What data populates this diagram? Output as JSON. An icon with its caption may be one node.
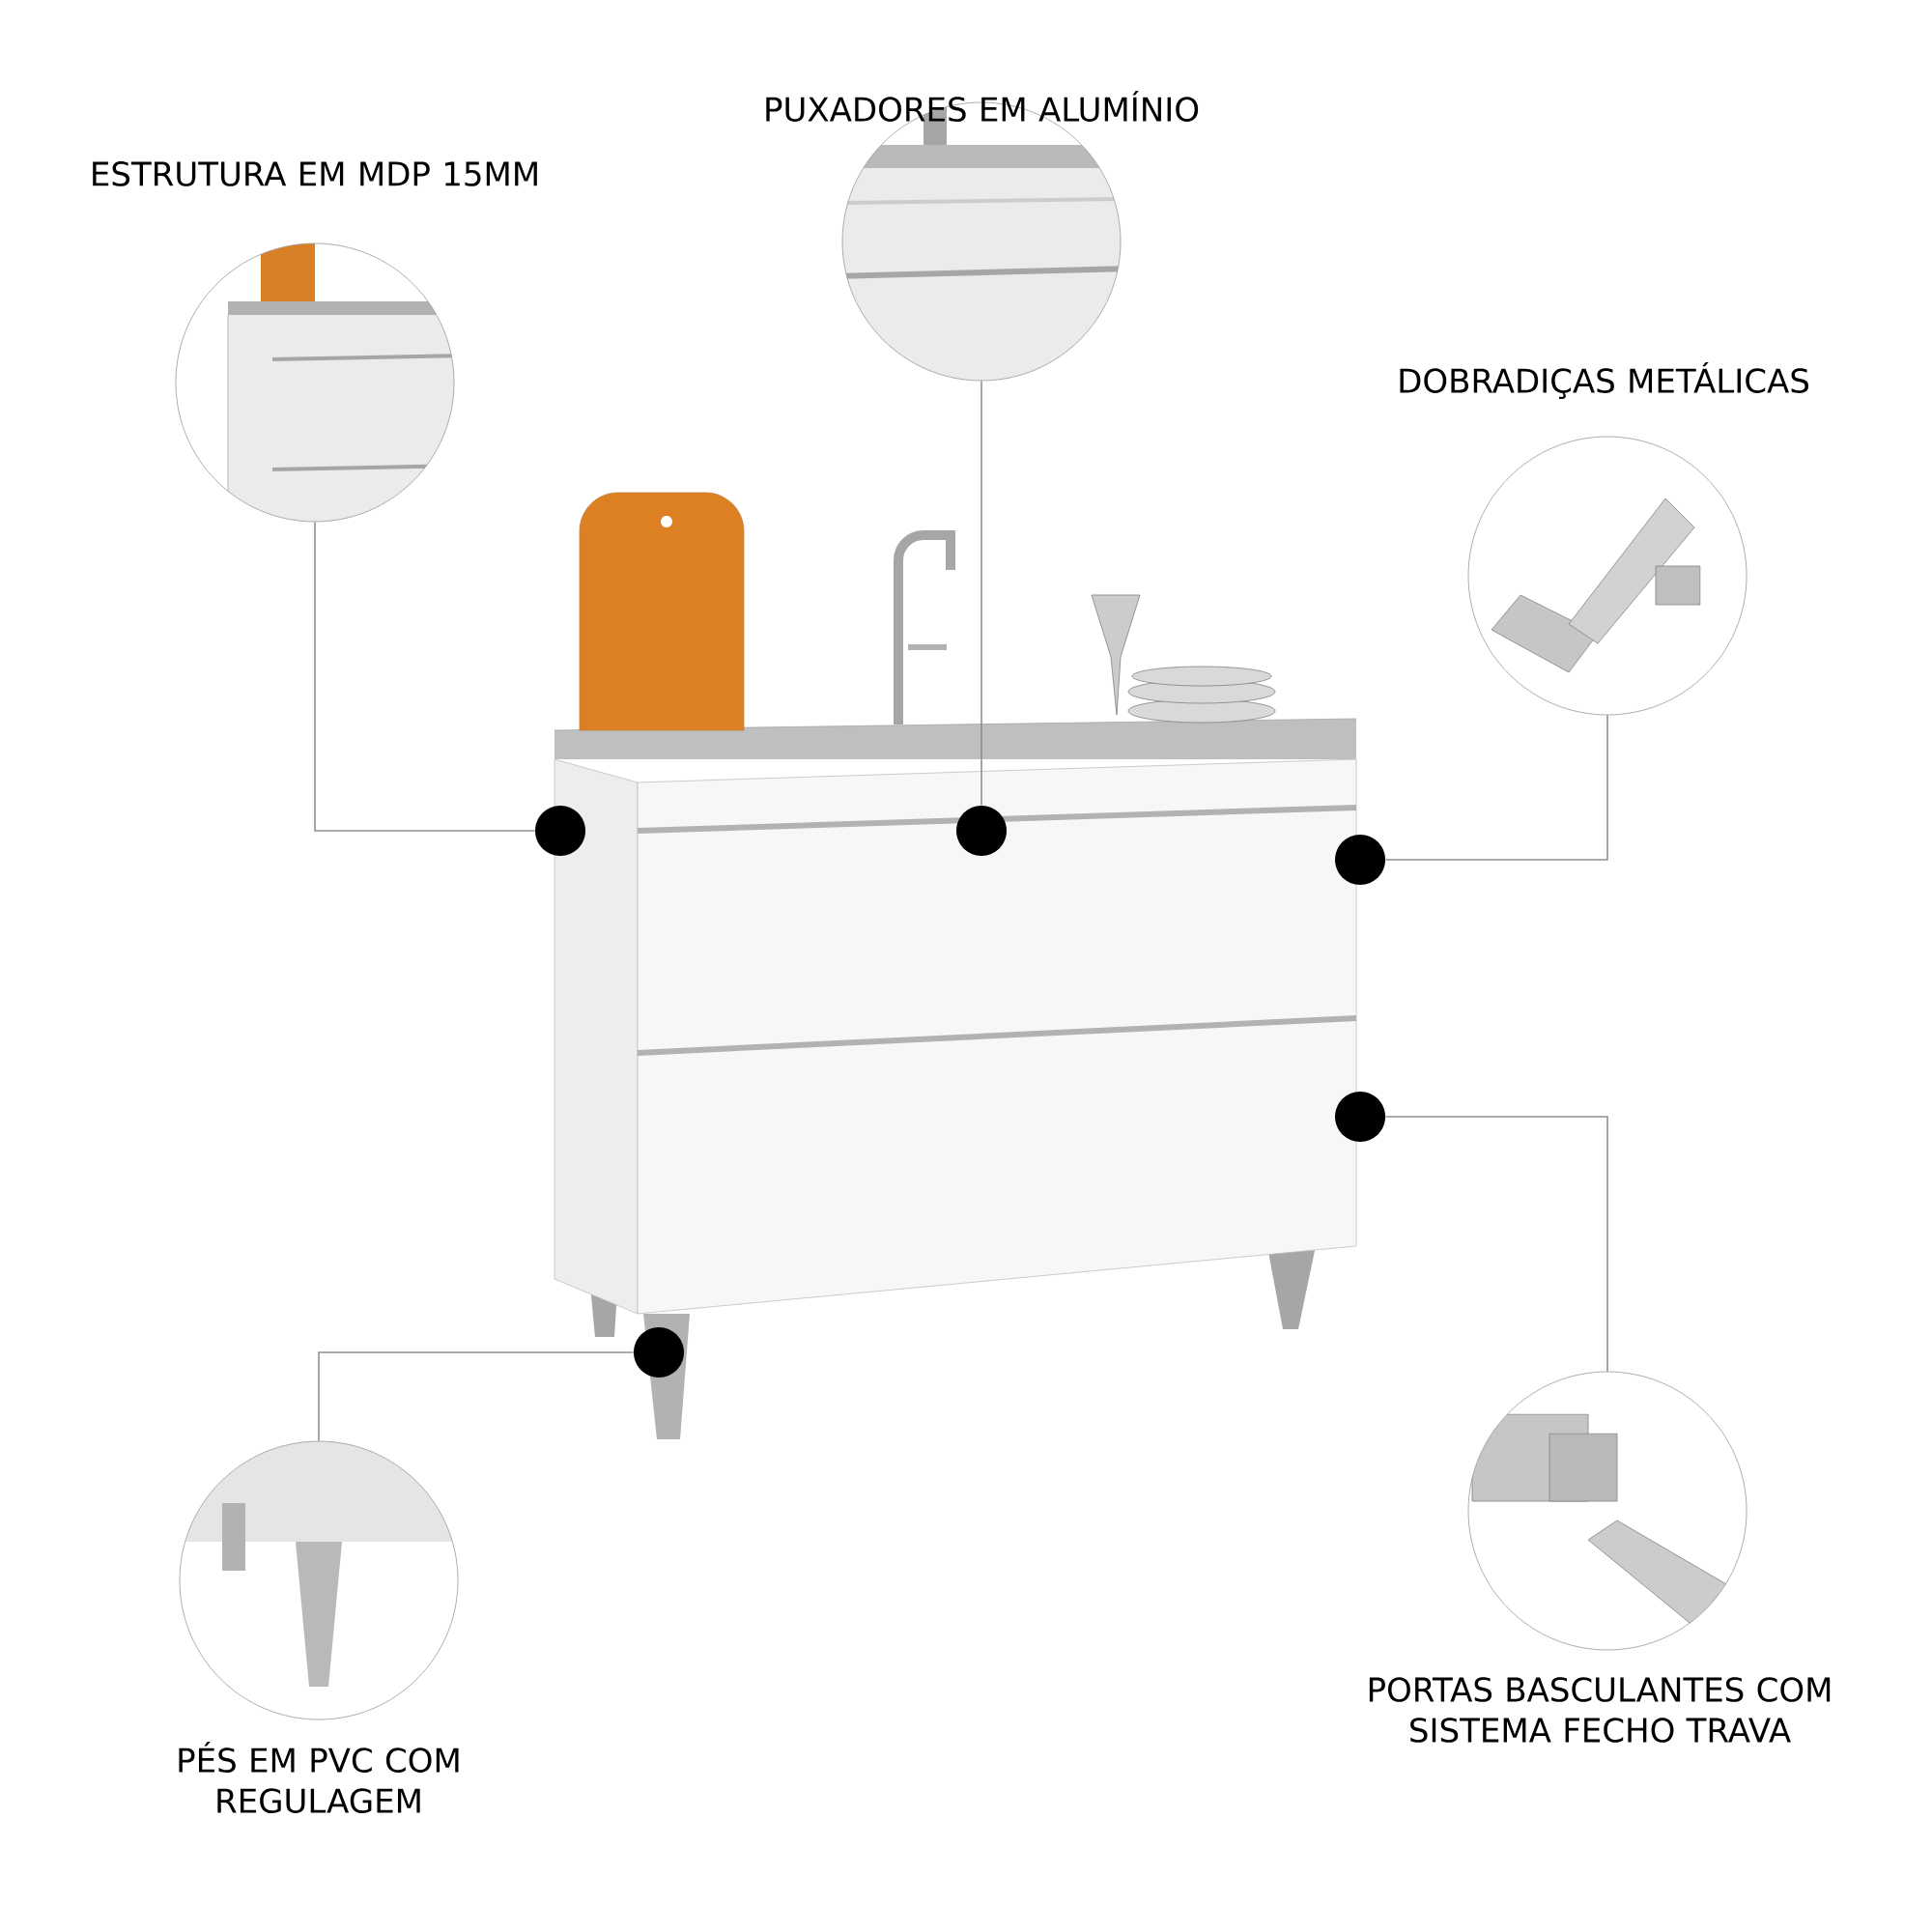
{
  "diagram": {
    "nodes": [
      {
        "text": [
          "ESTRUTURA EM MDP 15MM"
        ]
      },
      {
        "text": [
          "PUXADORES EM ALUMÍNIO"
        ]
      },
      {
        "text": [
          "DOBRADIÇAS METÁLICAS"
        ]
      },
      {
        "text": [
          "PÉS EM PVC COM REGULAGEM"
        ]
      },
      {
        "text": [
          "PORTAS BASCULANTES COM SISTEMA FECHO TRAVA"
        ]
      },
      {
        "text": [],
        "shape": "circle"
      },
      {
        "text": [],
        "shape": "circle"
      },
      {
        "text": [],
        "shape": "circle"
      },
      {
        "text": [],
        "shape": "circle"
      },
      {
        "text": [],
        "shape": "circle"
      }
    ],
    "edges": [
      {
        "from": 0,
        "to": 5,
        "arrow": "none"
      },
      {
        "from": 1,
        "to": 6,
        "arrow": "none"
      },
      {
        "from": 2,
        "to": 7,
        "arrow": "none"
      },
      {
        "from": 4,
        "to": 8,
        "arrow": "none"
      },
      {
        "from": 3,
        "to": 9,
        "arrow": "none"
      }
    ]
  }
}
